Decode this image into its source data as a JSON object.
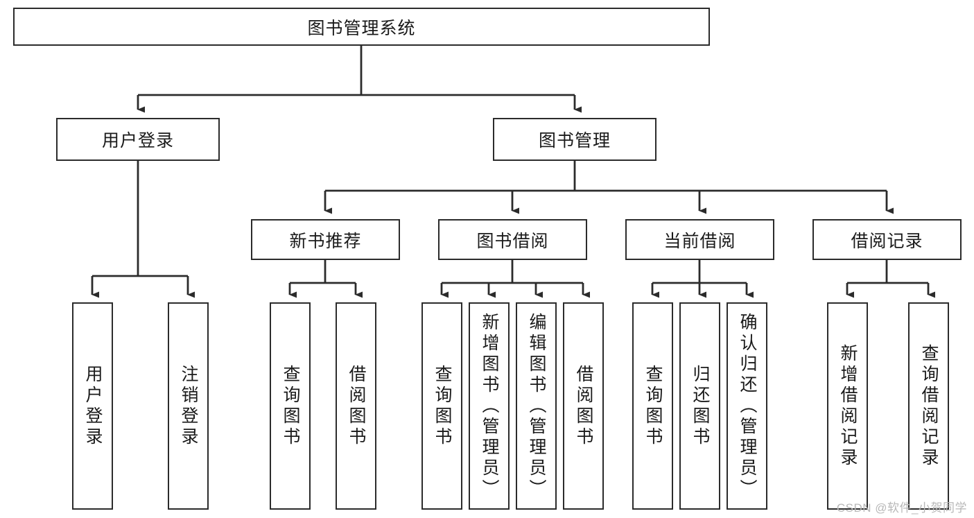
{
  "diagram": {
    "title": "图书管理系统",
    "root": {
      "label": "图书管理系统"
    },
    "level2": [
      {
        "label": "用户登录"
      },
      {
        "label": "图书管理"
      }
    ],
    "level3": [
      {
        "label": "新书推荐"
      },
      {
        "label": "图书借阅"
      },
      {
        "label": "当前借阅"
      },
      {
        "label": "借阅记录"
      }
    ],
    "leaves": {
      "user_login": [
        {
          "label": "用户登录"
        },
        {
          "label": "注销登录"
        }
      ],
      "new_book_recommend": [
        {
          "label": "查询图书"
        },
        {
          "label": "借阅图书"
        }
      ],
      "book_borrow": [
        {
          "label": "查询图书"
        },
        {
          "label": "新增图书（管理员）"
        },
        {
          "label": "编辑图书（管理员）"
        },
        {
          "label": "借阅图书"
        }
      ],
      "current_borrow": [
        {
          "label": "查询图书"
        },
        {
          "label": "归还图书"
        },
        {
          "label": "确认归还（管理员）"
        }
      ],
      "borrow_record": [
        {
          "label": "新增借阅记录"
        },
        {
          "label": "查询借阅记录"
        }
      ]
    },
    "colors": {
      "stroke": "#2b2b2b",
      "fill": "#ffffff",
      "text": "#1a1a1a",
      "watermark": "#b8b8b8"
    }
  },
  "watermark": {
    "text": "CSDN @软件_小贺同学"
  }
}
